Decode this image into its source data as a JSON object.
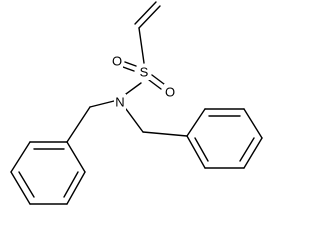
{
  "molecule": {
    "atoms": {
      "sulfur": "S",
      "oxygen_left": "O",
      "oxygen_right": "O",
      "nitrogen": "N"
    }
  }
}
